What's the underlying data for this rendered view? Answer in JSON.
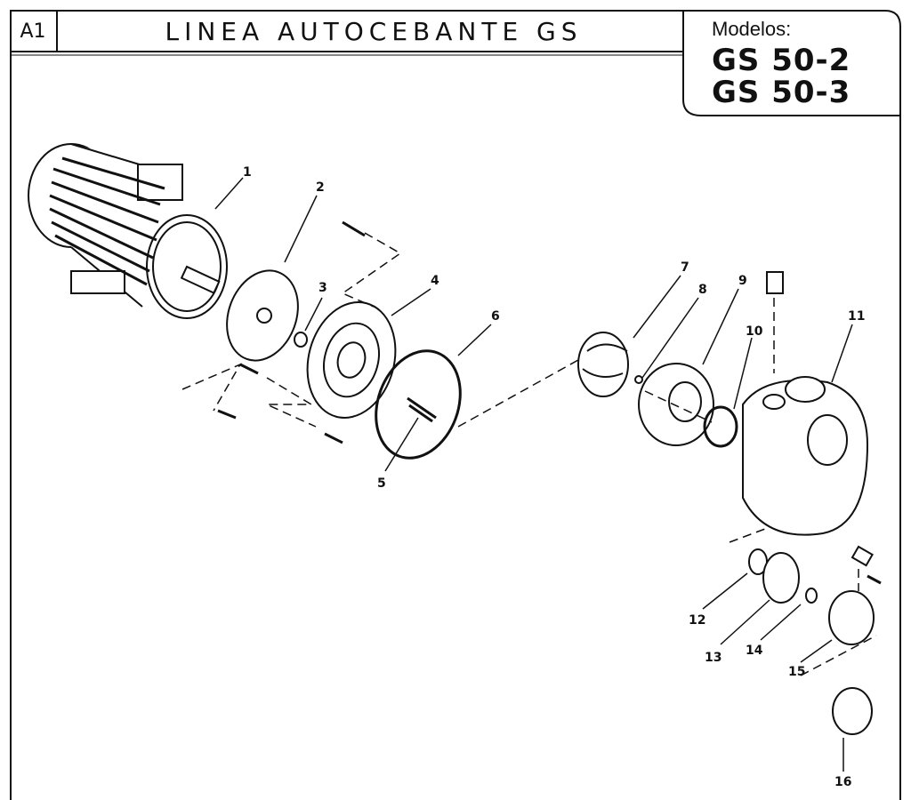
{
  "header": {
    "sheet_code": "A1",
    "title": "LINEA AUTOCEBANTE GS",
    "models_label": "Modelos:",
    "models": [
      "GS 50-2",
      "GS 50-3"
    ]
  },
  "callouts": [
    "1",
    "2",
    "3",
    "4",
    "5",
    "6",
    "7",
    "8",
    "9",
    "10",
    "11",
    "12",
    "13",
    "14",
    "15",
    "16"
  ],
  "colors": {
    "line": "#111111",
    "background": "#ffffff"
  }
}
